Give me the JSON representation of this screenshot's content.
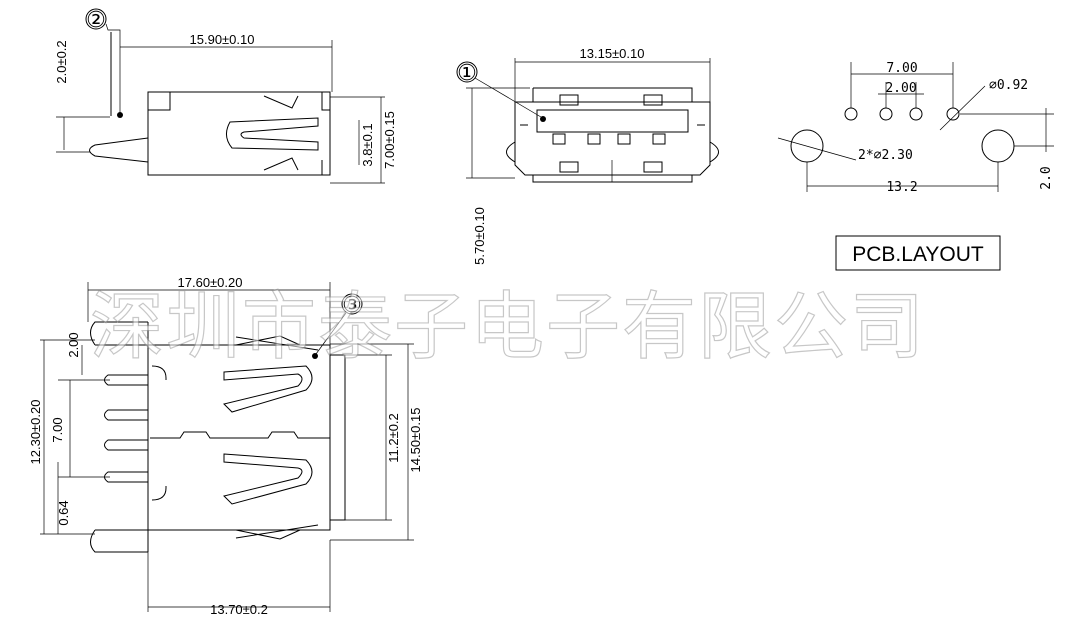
{
  "colors": {
    "line": "#000000",
    "background": "#ffffff",
    "watermark_stroke": "#9a9a9a"
  },
  "watermark": "深圳市泰子电子有限公司",
  "pcb_layout_label": "PCB.LAYOUT",
  "callouts": {
    "c1": "①",
    "c2": "②",
    "c3": "③"
  },
  "side_view": {
    "overall_length": "15.90±0.10",
    "pin_height": "2.0±0.2",
    "shell_inner": "3.8±0.1",
    "shell_height": "7.00±0.15"
  },
  "front_view": {
    "width": "13.15±0.10",
    "height": "5.70±0.10"
  },
  "pcb": {
    "pin_pitch_outer": "7.00",
    "pin_pitch_inner": "2.00",
    "pin_hole": "⌀0.92",
    "mount_holes": "2*⌀2.30",
    "mount_spacing": "13.2",
    "row_offset": "2.0"
  },
  "top_view": {
    "overall_length": "17.60±0.20",
    "offset_top": "2.00",
    "pins_span": "12.30±0.20",
    "pin_pitch": "7.00",
    "pin_offset": "0.64",
    "inner_width": "11.2±0.2",
    "outer_width": "14.50±0.15",
    "shell_length": "13.70±0.2"
  }
}
